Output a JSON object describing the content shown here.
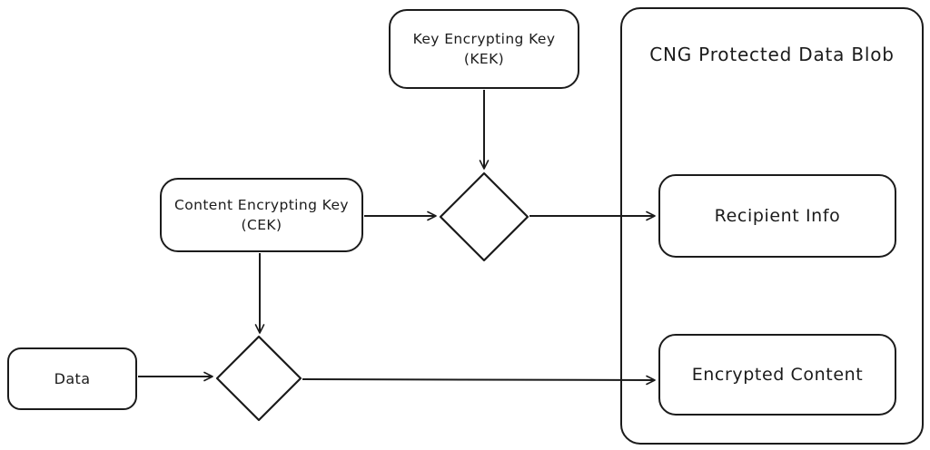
{
  "diagram": {
    "kek": {
      "line1": "Key Encrypting Key",
      "line2": "(KEK)"
    },
    "cek": {
      "line1": "Content Encrypting Key",
      "line2": "(CEK)"
    },
    "data_node": {
      "label": "Data"
    },
    "container": {
      "title": "CNG Protected Data Blob"
    },
    "recipient": {
      "label": "Recipient Info"
    },
    "encrypted": {
      "label": "Encrypted Content"
    },
    "colors": {
      "stroke": "#1b1b1b",
      "background": "#ffffff"
    }
  }
}
